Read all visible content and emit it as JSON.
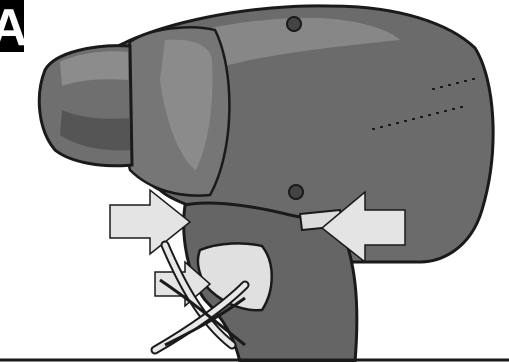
{
  "figure_label": "A",
  "colors": {
    "tool_body": "#6b6b6b",
    "tool_light": "#8e8e8e",
    "tool_dark": "#3f3f3f",
    "outline": "#1a1a1a",
    "arrow_fill": "#e4e4e4",
    "badge": "#000000"
  },
  "illustration": {
    "subject": "power-tool-housing",
    "callouts": [
      "left-arrow",
      "right-arrow",
      "prohibited-hand-grip"
    ]
  }
}
